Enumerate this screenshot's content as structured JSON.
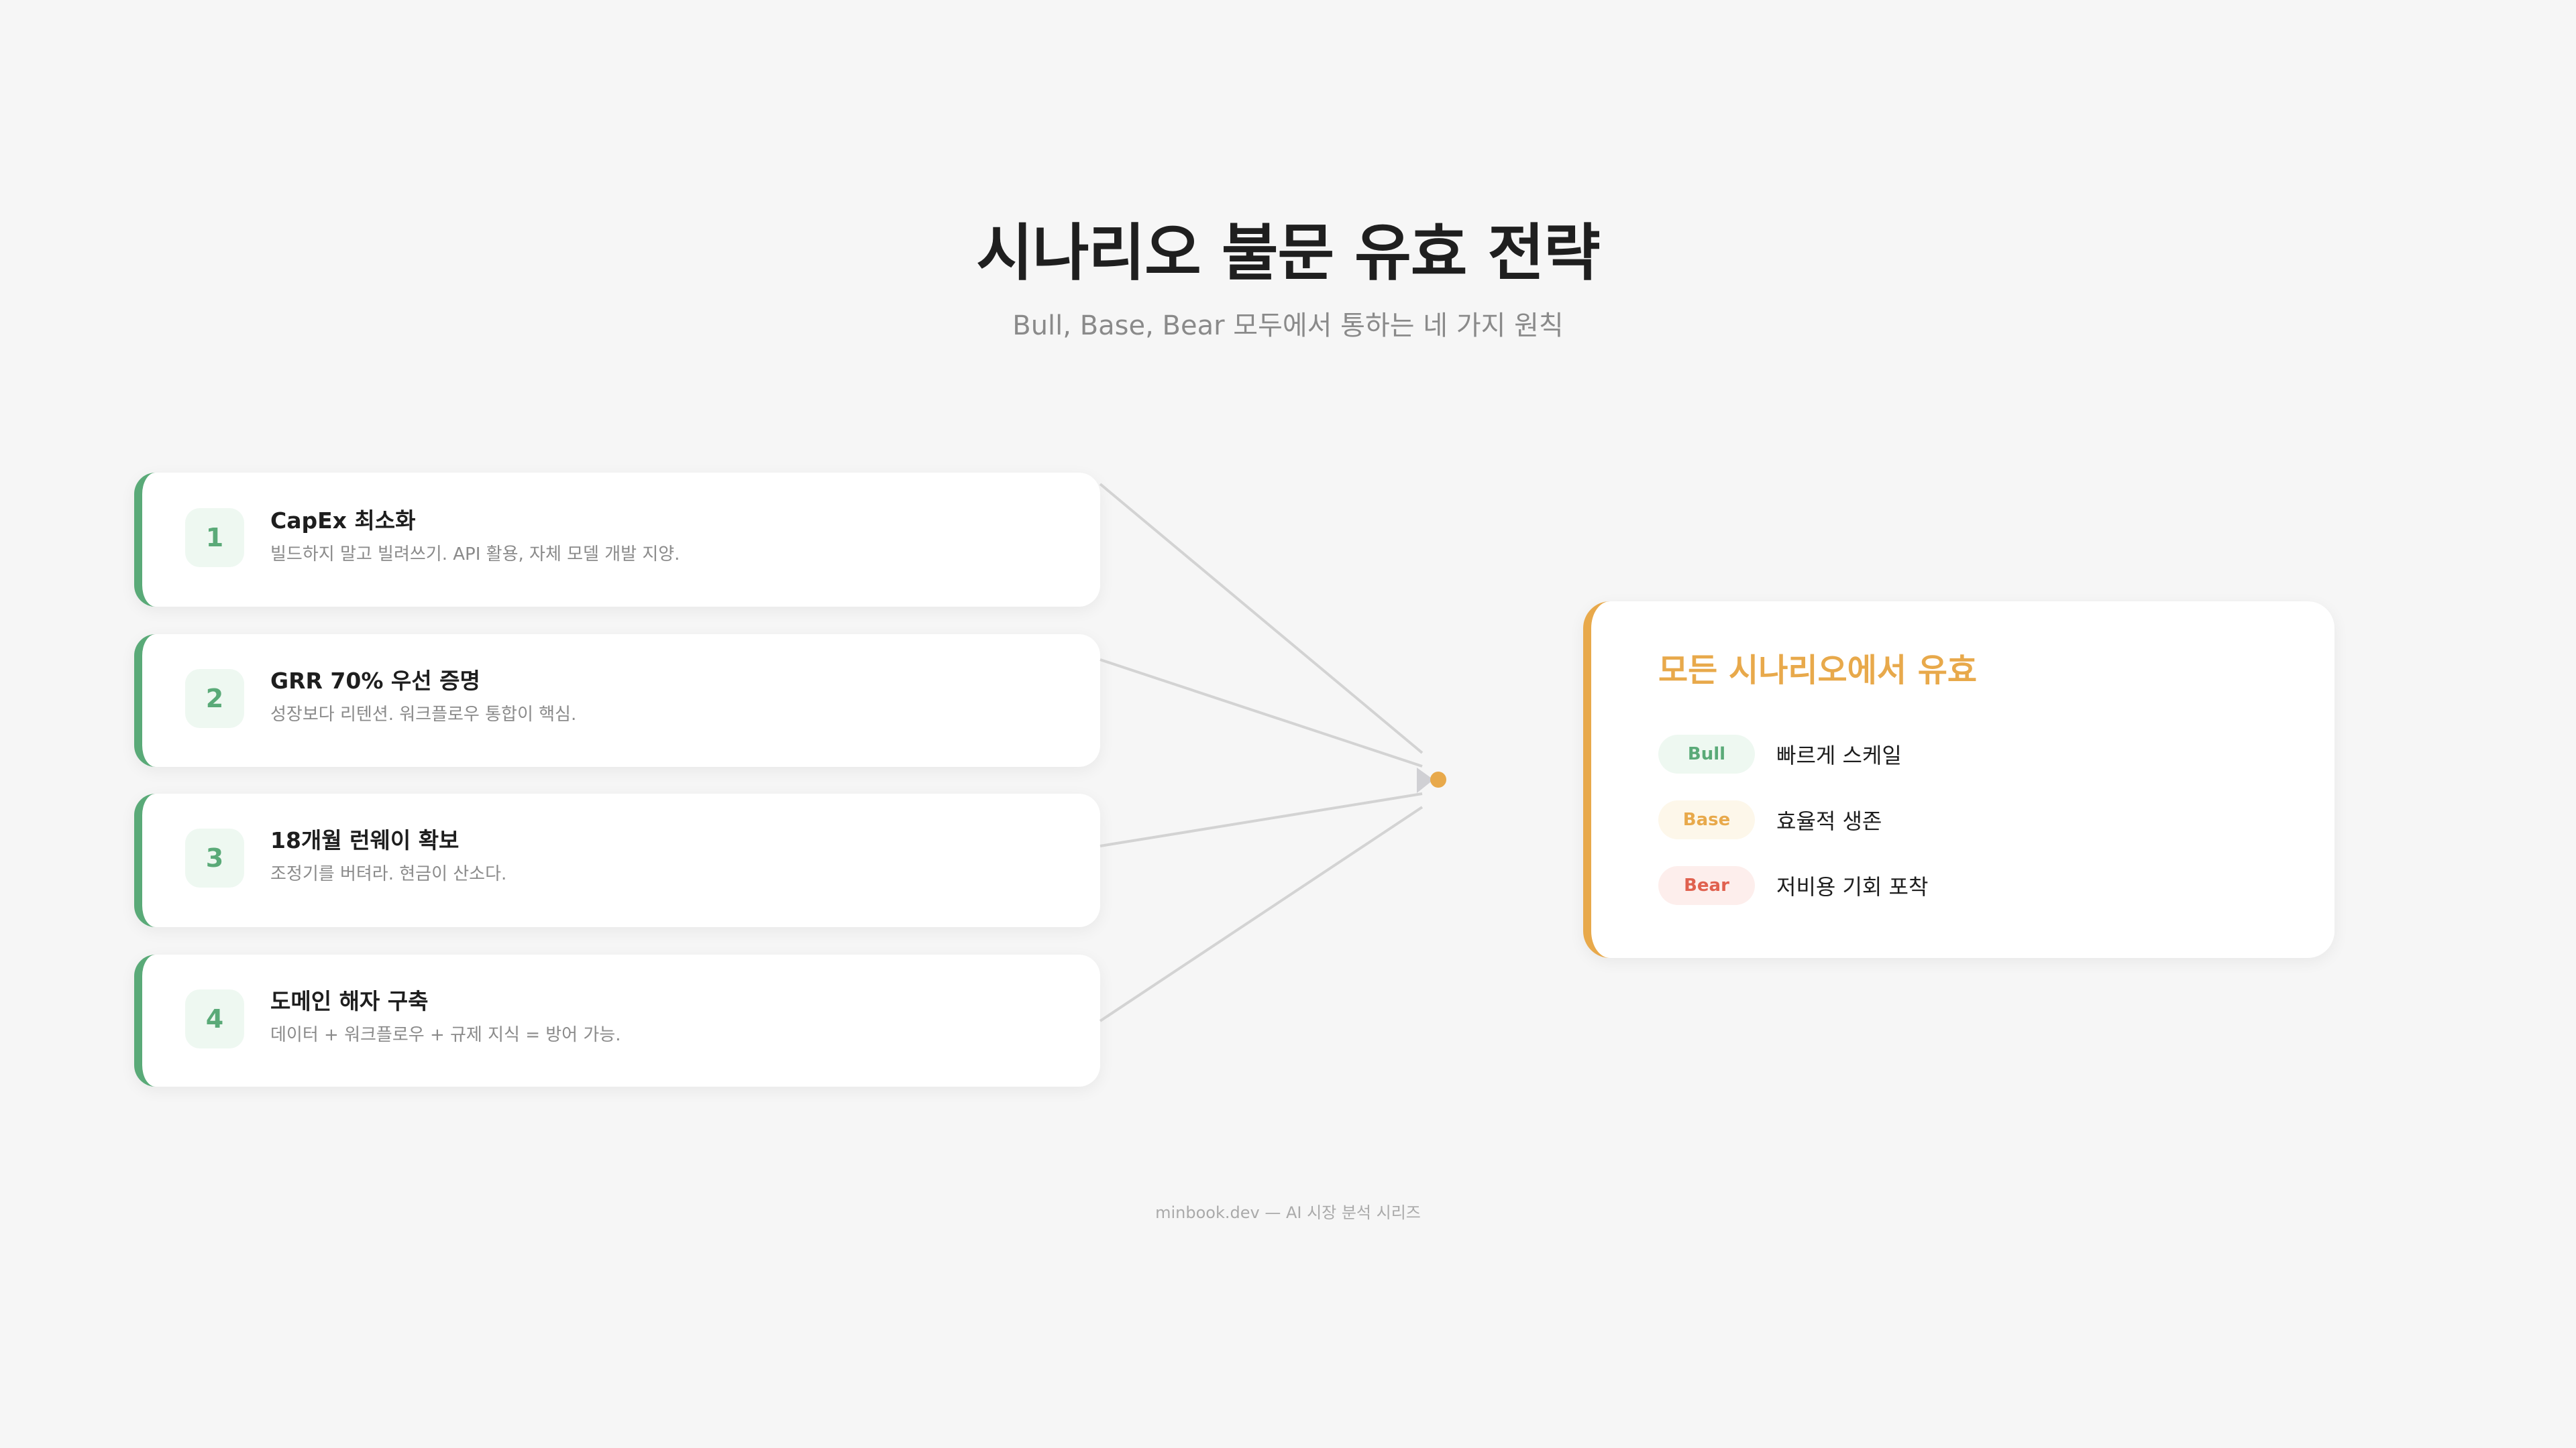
{
  "header": {
    "title": "시나리오 불문 유효 전략",
    "subtitle": "Bull, Base, Bear 모두에서 통하는 네 가지 원칙"
  },
  "principles": [
    {
      "number": "1",
      "title": "CapEx 최소화",
      "description": "빌드하지 말고 빌려쓰기. API 활용, 자체 모델 개발 지양."
    },
    {
      "number": "2",
      "title": "GRR 70% 우선 증명",
      "description": "성장보다 리텐션. 워크플로우 통합이 핵심."
    },
    {
      "number": "3",
      "title": "18개월 런웨이 확보",
      "description": "조정기를 버텨라. 현금이 산소다."
    },
    {
      "number": "4",
      "title": "도메인 해자 구축",
      "description": "데이터 + 워크플로우 + 규제 지식 = 방어 가능."
    }
  ],
  "summary": {
    "title": "모든 시나리오에서 유효",
    "scenarios": [
      {
        "label": "Bull",
        "text": "빠르게 스케일",
        "color": "#5aaa78",
        "bg": "#eef8f1"
      },
      {
        "label": "Base",
        "text": "효율적 생존",
        "color": "#e8a94b",
        "bg": "#fdf7ea"
      },
      {
        "label": "Bear",
        "text": "저비용 기회 포착",
        "color": "#e0614f",
        "bg": "#fdeeec"
      }
    ]
  },
  "colors": {
    "accent_green": "#5aaa78",
    "accent_orange": "#e8a94b",
    "connector": "#d3d3d3",
    "background": "#f6f6f6"
  },
  "footer": {
    "text": "minbook.dev — AI 시장 분석 시리즈"
  }
}
